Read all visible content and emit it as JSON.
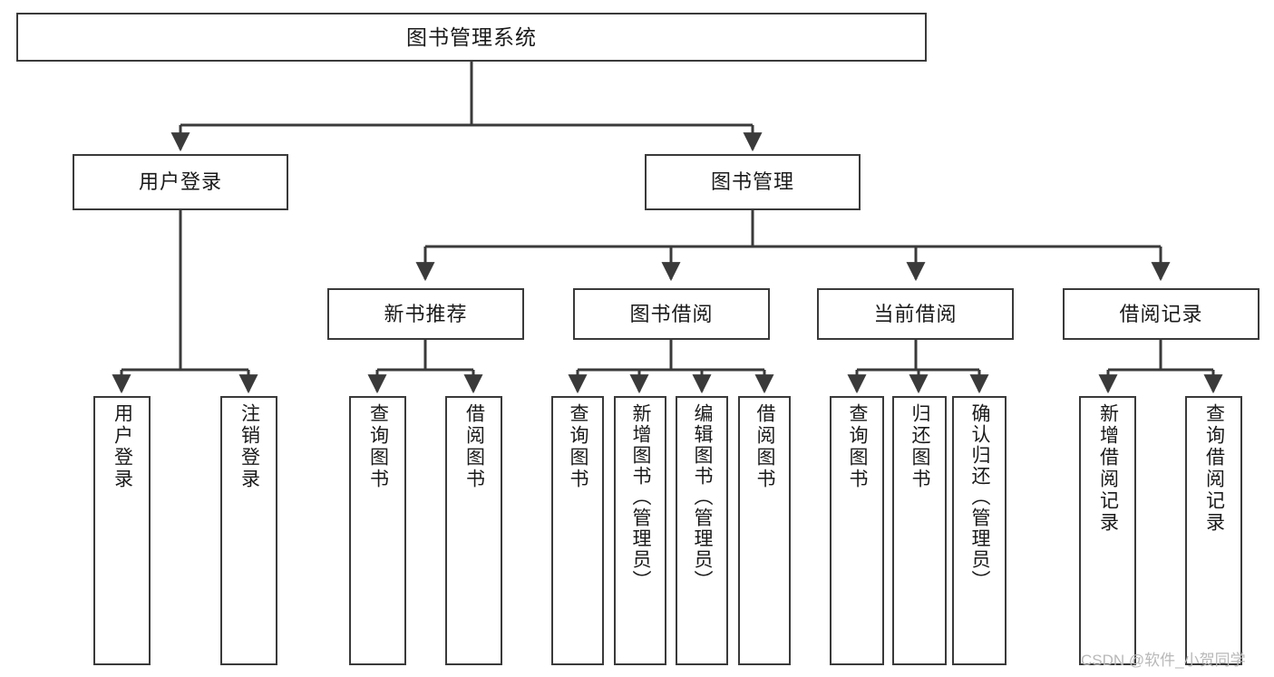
{
  "diagram": {
    "title": "图书管理系统",
    "type": "tree",
    "root": {
      "id": "root",
      "label": "图书管理系统"
    },
    "level2": [
      {
        "id": "user-login",
        "label": "用户登录"
      },
      {
        "id": "book-manage",
        "label": "图书管理"
      }
    ],
    "level3": [
      {
        "id": "new-book-rec",
        "label": "新书推荐"
      },
      {
        "id": "book-borrow",
        "label": "图书借阅"
      },
      {
        "id": "current-borrow",
        "label": "当前借阅"
      },
      {
        "id": "borrow-record",
        "label": "借阅记录"
      }
    ],
    "leaves": {
      "user_login": [
        {
          "id": "leaf-user-login",
          "label": "用户登录"
        },
        {
          "id": "leaf-logout",
          "label": "注销登录"
        }
      ],
      "new_book_rec": [
        {
          "id": "leaf-query-book-1",
          "label": "查询图书"
        },
        {
          "id": "leaf-borrow-book-1",
          "label": "借阅图书"
        }
      ],
      "book_borrow": [
        {
          "id": "leaf-query-book-2",
          "label": "查询图书"
        },
        {
          "id": "leaf-add-book",
          "label": "新增图书（管理员）"
        },
        {
          "id": "leaf-edit-book",
          "label": "编辑图书（管理员）"
        },
        {
          "id": "leaf-borrow-book-2",
          "label": "借阅图书"
        }
      ],
      "current_borrow": [
        {
          "id": "leaf-query-book-3",
          "label": "查询图书"
        },
        {
          "id": "leaf-return-book",
          "label": "归还图书"
        },
        {
          "id": "leaf-confirm-return",
          "label": "确认归还（管理员）"
        }
      ],
      "borrow_record": [
        {
          "id": "leaf-add-record",
          "label": "新增借阅记录"
        },
        {
          "id": "leaf-query-record",
          "label": "查询借阅记录"
        }
      ]
    }
  },
  "watermark": {
    "text": "CSDN @软件_小贺同学"
  },
  "colors": {
    "stroke": "#3a3a3a",
    "background": "#ffffff",
    "text": "#1a1a1a",
    "watermark": "#b8b8b8"
  }
}
